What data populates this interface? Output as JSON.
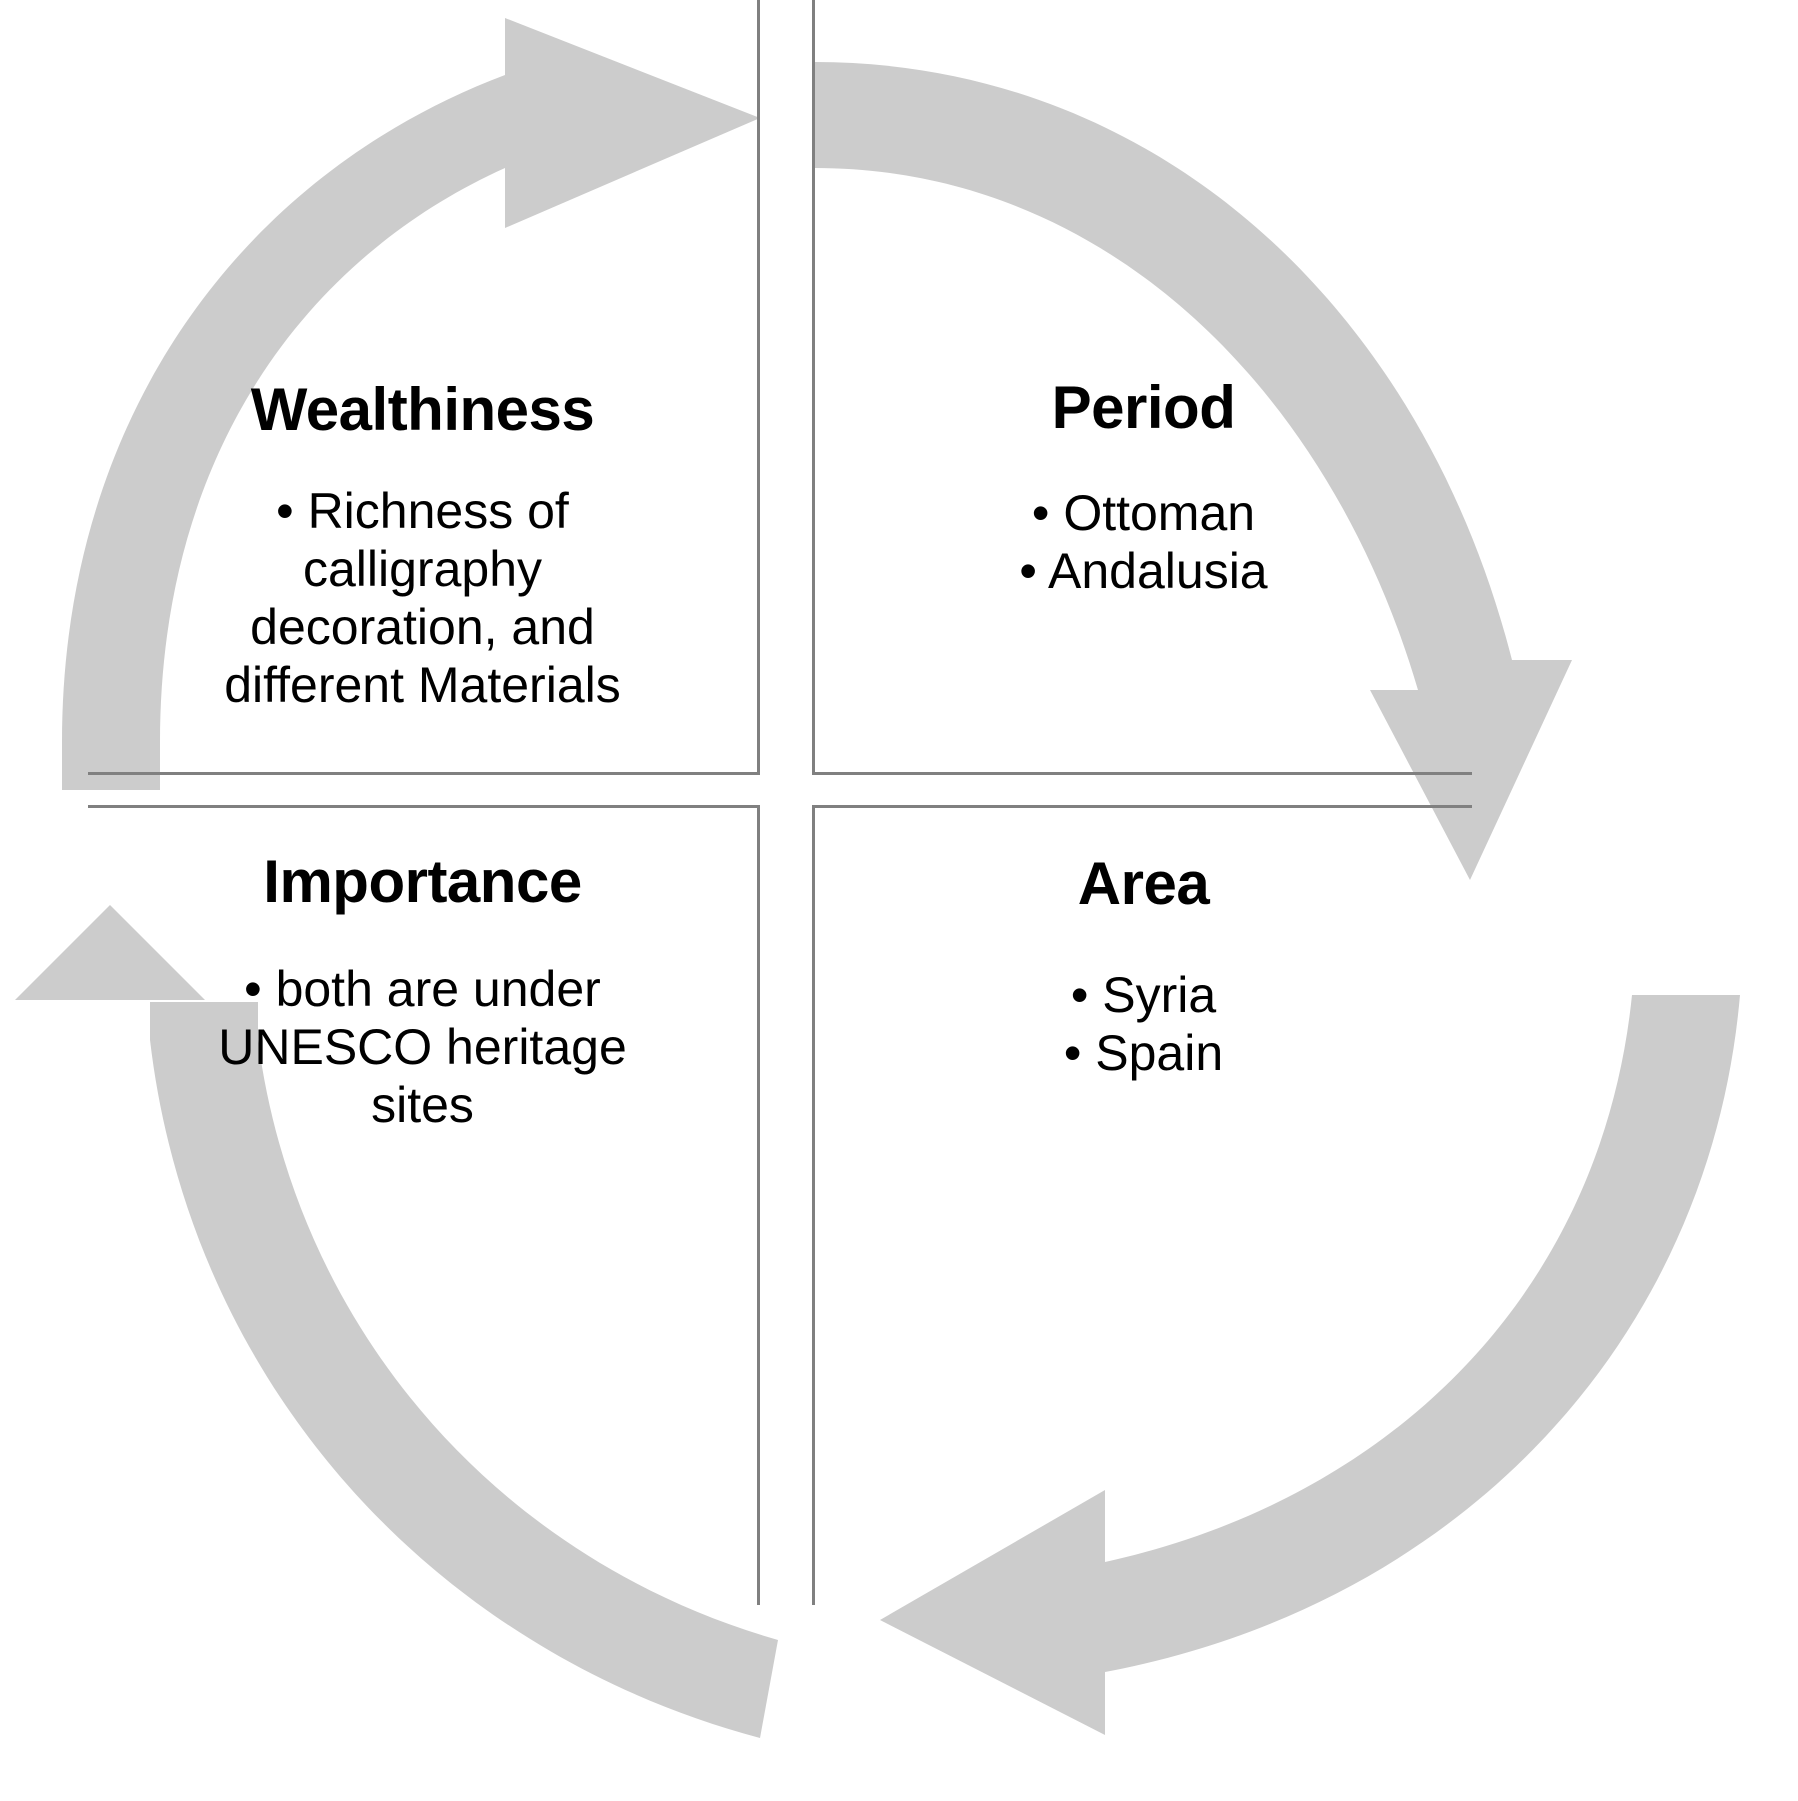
{
  "diagram": {
    "type": "four-quadrant-cycle",
    "arrow_color": "#CCCCCC",
    "border_color": "#808080",
    "text_color": "#000000",
    "background_color": "#FFFFFF",
    "arrows": [
      {
        "name": "arrow-top-right",
        "direction": "right",
        "position": "top",
        "label": ""
      },
      {
        "name": "arrow-right-down",
        "direction": "down",
        "position": "right",
        "label": ""
      },
      {
        "name": "arrow-bottom-left",
        "direction": "left",
        "position": "bottom",
        "label": ""
      },
      {
        "name": "arrow-left-up",
        "direction": "up",
        "position": "left",
        "label": ""
      }
    ],
    "quadrants": [
      {
        "id": "wealthiness",
        "position": "top-left",
        "title": "Wealthiness",
        "bullets": [
          "Richness of calligraphy decoration, and different Materials"
        ],
        "lines": [
          "• Richness of",
          "calligraphy",
          "decoration, and",
          "different Materials"
        ]
      },
      {
        "id": "period",
        "position": "top-right",
        "title": "Period",
        "bullets": [
          "Ottoman",
          "Andalusia"
        ],
        "lines": [
          "• Ottoman",
          "• Andalusia"
        ]
      },
      {
        "id": "importance",
        "position": "bottom-left",
        "title": "Importance",
        "bullets": [
          "both are under UNESCO heritage sites"
        ],
        "lines": [
          "• both are under",
          "UNESCO heritage",
          "sites"
        ]
      },
      {
        "id": "area",
        "position": "bottom-right",
        "title": "Area",
        "bullets": [
          "Syria",
          "Spain"
        ],
        "lines": [
          "• Syria",
          "• Spain"
        ]
      }
    ]
  }
}
